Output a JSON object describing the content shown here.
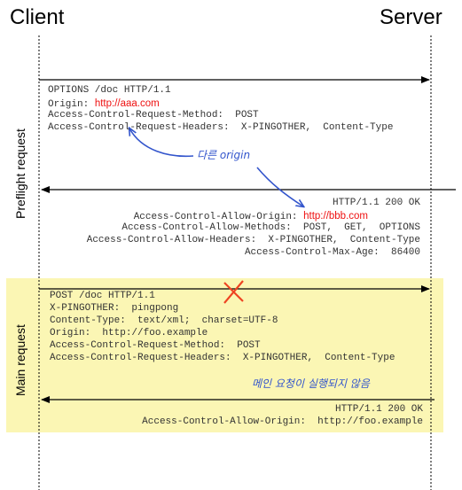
{
  "header": {
    "client_label": "Client",
    "server_label": "Server"
  },
  "sections": {
    "preflight_label": "Preflight request",
    "main_label": "Main request"
  },
  "preflight_request": {
    "line1": "OPTIONS /doc HTTP/1.1",
    "origin_key": "Origin: ",
    "origin_value": "http://aaa.com",
    "line3": "Access-Control-Request-Method:  POST",
    "line4": "Access-Control-Request-Headers:  X-PINGOTHER,  Content-Type"
  },
  "preflight_response": {
    "line1": "HTTP/1.1 200 OK",
    "origin_key": "Access-Control-Allow-Origin: ",
    "origin_value": "http://bbb.com",
    "line3": "Access-Control-Allow-Methods:  POST,  GET,  OPTIONS",
    "line4": "Access-Control-Allow-Headers:  X-PINGOTHER,  Content-Type",
    "line5": "Access-Control-Max-Age:  86400"
  },
  "main_request": {
    "line1": "POST /doc HTTP/1.1",
    "line2": "X-PINGOTHER:  pingpong",
    "line3": "Content-Type:  text/xml;  charset=UTF-8",
    "line4": "Origin:  http://foo.example",
    "line5": "Access-Control-Request-Method:  POST",
    "line6": "Access-Control-Request-Headers:  X-PINGOTHER,  Content-Type"
  },
  "main_response": {
    "line1": "HTTP/1.1 200 OK",
    "line2": "Access-Control-Allow-Origin:  http://foo.example"
  },
  "annotations": {
    "different_origin": "다른 origin",
    "not_executed": "메인 요청이 실행되지 않음"
  },
  "colors": {
    "highlight": "#fbf6b4",
    "origin_red": "#ee1111",
    "note_blue": "#3355cc",
    "cross_red": "#ee4422"
  }
}
